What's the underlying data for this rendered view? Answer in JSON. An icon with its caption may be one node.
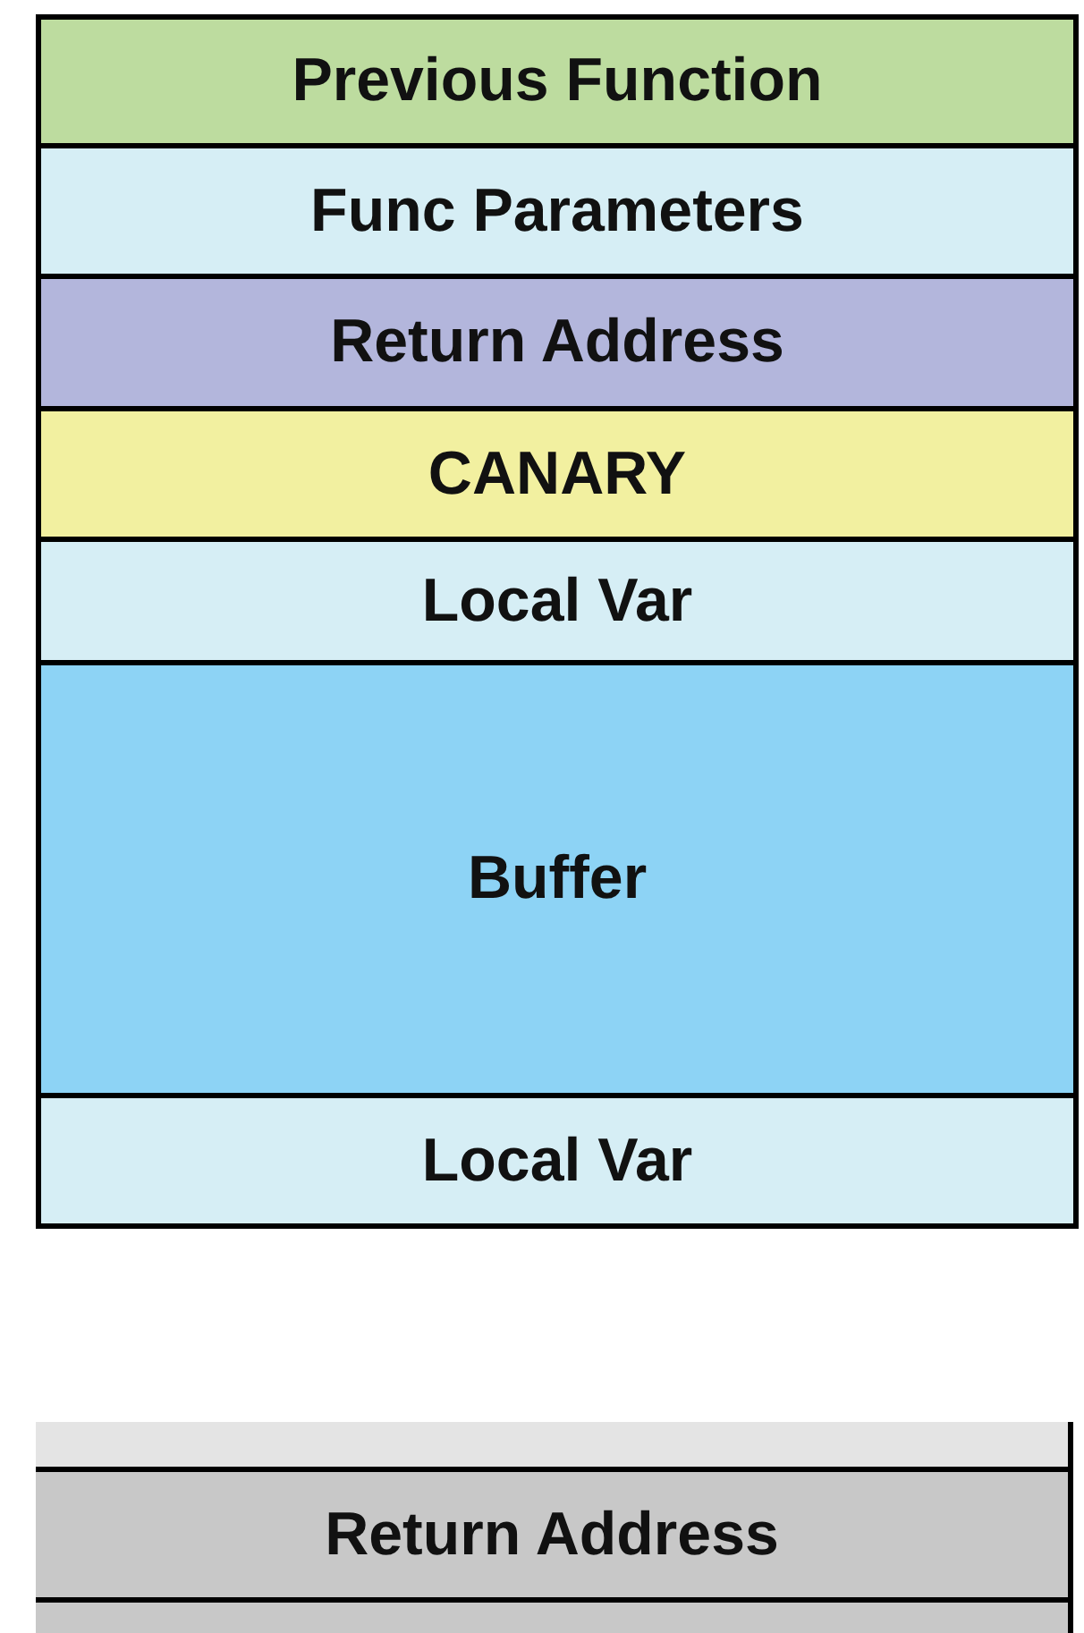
{
  "diagram": {
    "nodes": [
      {
        "text": [
          "Previous Function"
        ]
      },
      {
        "text": [
          "Func Parameters"
        ]
      },
      {
        "text": [
          "Return Address"
        ]
      },
      {
        "text": [
          "CANARY"
        ]
      },
      {
        "text": [
          "Local Var"
        ]
      },
      {
        "text": [
          "Buffer"
        ]
      },
      {
        "text": [
          "Local Var"
        ]
      },
      {
        "text": [],
        "shape": "box"
      },
      {
        "text": [
          "Return Address"
        ]
      },
      {
        "text": [],
        "shape": "box"
      }
    ]
  }
}
